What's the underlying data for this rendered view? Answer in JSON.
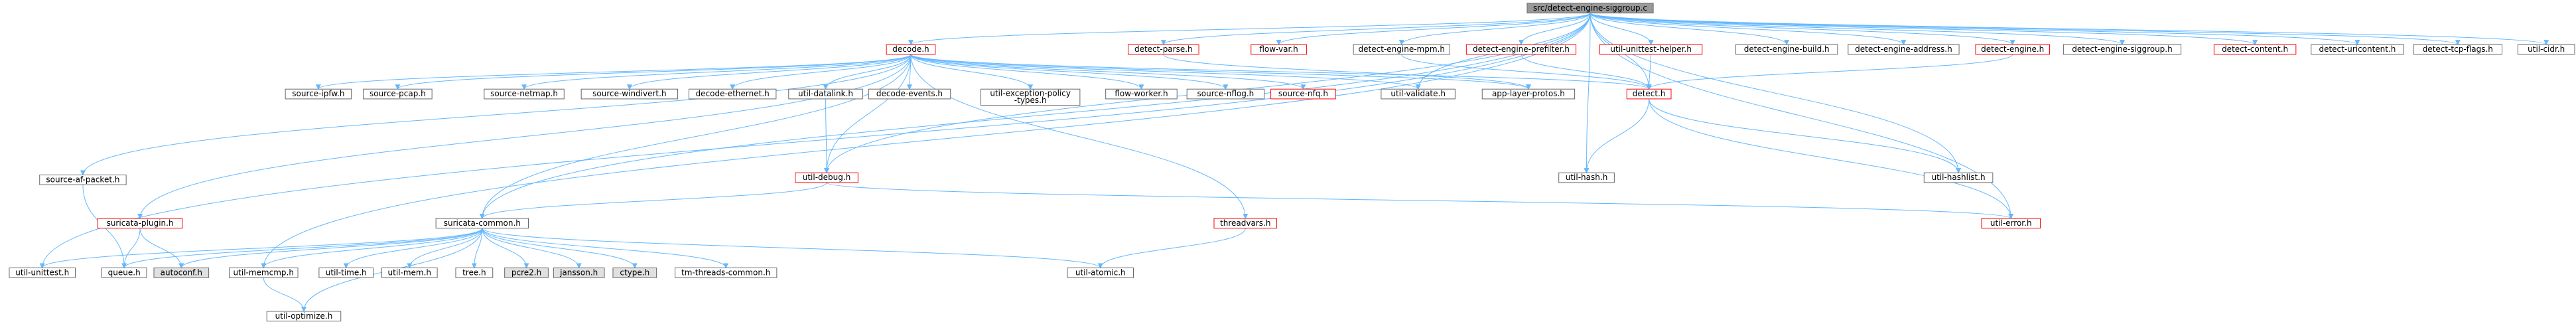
{
  "title": "src/detect-engine-siggroup.c",
  "colors": {
    "edge": "#63b8ff",
    "node_border_default": "#666666",
    "node_border_red": "#ff0000",
    "node_fill_default": "#ffffff",
    "node_fill_root": "#999999",
    "node_fill_gray": "#e0e0e0",
    "text": "#000000"
  },
  "nodes": {
    "root": {
      "label": "src/detect-engine-siggroup.c",
      "style": "root"
    },
    "decode_h": {
      "label": "decode.h",
      "style": "red"
    },
    "detect_parse_h": {
      "label": "detect-parse.h",
      "style": "red"
    },
    "flow_var_h": {
      "label": "flow-var.h",
      "style": "red"
    },
    "detect_engine_mpm_h": {
      "label": "detect-engine-mpm.h",
      "style": "default"
    },
    "detect_engine_prefilter_h": {
      "label": "detect-engine-prefilter.h",
      "style": "red"
    },
    "util_unittest_helper_h": {
      "label": "util-unittest-helper.h",
      "style": "red"
    },
    "detect_engine_build_h": {
      "label": "detect-engine-build.h",
      "style": "default"
    },
    "detect_engine_address_h": {
      "label": "detect-engine-address.h",
      "style": "default"
    },
    "detect_engine_h": {
      "label": "detect-engine.h",
      "style": "red"
    },
    "detect_engine_siggroup_h": {
      "label": "detect-engine-siggroup.h",
      "style": "default"
    },
    "detect_content_h": {
      "label": "detect-content.h",
      "style": "red"
    },
    "detect_uricontent_h": {
      "label": "detect-uricontent.h",
      "style": "default"
    },
    "detect_tcp_flags_h": {
      "label": "detect-tcp-flags.h",
      "style": "default"
    },
    "util_cidr_h": {
      "label": "util-cidr.h",
      "style": "default"
    },
    "source_ipfw_h": {
      "label": "source-ipfw.h",
      "style": "default"
    },
    "source_pcap_h": {
      "label": "source-pcap.h",
      "style": "default"
    },
    "source_netmap_h": {
      "label": "source-netmap.h",
      "style": "default"
    },
    "source_windivert_h": {
      "label": "source-windivert.h",
      "style": "default"
    },
    "decode_ethernet_h": {
      "label": "decode-ethernet.h",
      "style": "default"
    },
    "util_datalink_h": {
      "label": "util-datalink.h",
      "style": "default"
    },
    "decode_events_h": {
      "label": "decode-events.h",
      "style": "default"
    },
    "util_exception_policy_types_h": {
      "label": [
        "util-exception-policy",
        "-types.h"
      ],
      "style": "default"
    },
    "flow_worker_h": {
      "label": "flow-worker.h",
      "style": "default"
    },
    "source_nflog_h": {
      "label": "source-nflog.h",
      "style": "default"
    },
    "source_nfq_h": {
      "label": "source-nfq.h",
      "style": "red"
    },
    "util_validate_h": {
      "label": "util-validate.h",
      "style": "default"
    },
    "app_layer_protos_h": {
      "label": "app-layer-protos.h",
      "style": "default"
    },
    "detect_h": {
      "label": "detect.h",
      "style": "red"
    },
    "source_af_packet_h": {
      "label": "source-af-packet.h",
      "style": "default"
    },
    "util_debug_h": {
      "label": "util-debug.h",
      "style": "red"
    },
    "util_hash_h": {
      "label": "util-hash.h",
      "style": "default"
    },
    "util_hashlist_h": {
      "label": "util-hashlist.h",
      "style": "default"
    },
    "suricata_plugin_h": {
      "label": "suricata-plugin.h",
      "style": "red"
    },
    "suricata_common_h": {
      "label": "suricata-common.h",
      "style": "default"
    },
    "threadvars_h": {
      "label": "threadvars.h",
      "style": "red"
    },
    "util_error_h": {
      "label": "util-error.h",
      "style": "red"
    },
    "util_unittest_h": {
      "label": "util-unittest.h",
      "style": "default"
    },
    "queue_h": {
      "label": "queue.h",
      "style": "default"
    },
    "autoconf_h": {
      "label": "autoconf.h",
      "style": "gray"
    },
    "util_memcmp_h": {
      "label": "util-memcmp.h",
      "style": "default"
    },
    "util_time_h": {
      "label": "util-time.h",
      "style": "default"
    },
    "util_mem_h": {
      "label": "util-mem.h",
      "style": "default"
    },
    "tree_h": {
      "label": "tree.h",
      "style": "default"
    },
    "pcre2_h": {
      "label": "pcre2.h",
      "style": "gray"
    },
    "jansson_h": {
      "label": "jansson.h",
      "style": "gray"
    },
    "ctype_h": {
      "label": "ctype.h",
      "style": "gray"
    },
    "tm_threads_common_h": {
      "label": "tm-threads-common.h",
      "style": "default"
    },
    "util_atomic_h": {
      "label": "util-atomic.h",
      "style": "default"
    },
    "util_optimize_h": {
      "label": "util-optimize.h",
      "style": "default"
    }
  },
  "edges": [
    [
      "root",
      "decode_h"
    ],
    [
      "root",
      "detect_parse_h"
    ],
    [
      "root",
      "flow_var_h"
    ],
    [
      "root",
      "detect_engine_mpm_h"
    ],
    [
      "root",
      "detect_engine_prefilter_h"
    ],
    [
      "root",
      "util_unittest_helper_h"
    ],
    [
      "root",
      "detect_engine_build_h"
    ],
    [
      "root",
      "detect_engine_address_h"
    ],
    [
      "root",
      "detect_engine_h"
    ],
    [
      "root",
      "detect_engine_siggroup_h"
    ],
    [
      "root",
      "detect_content_h"
    ],
    [
      "root",
      "detect_uricontent_h"
    ],
    [
      "root",
      "detect_tcp_flags_h"
    ],
    [
      "root",
      "util_cidr_h"
    ],
    [
      "root",
      "suricata_common_h"
    ],
    [
      "root",
      "util_debug_h"
    ],
    [
      "root",
      "util_unittest_h"
    ],
    [
      "root",
      "util_memcmp_h"
    ],
    [
      "root",
      "util_hashlist_h"
    ],
    [
      "root",
      "util_error_h"
    ],
    [
      "root",
      "detect_h"
    ],
    [
      "root",
      "util_hash_h"
    ],
    [
      "root",
      "util_validate_h"
    ],
    [
      "decode_h",
      "source_ipfw_h"
    ],
    [
      "decode_h",
      "source_pcap_h"
    ],
    [
      "decode_h",
      "source_netmap_h"
    ],
    [
      "decode_h",
      "source_windivert_h"
    ],
    [
      "decode_h",
      "decode_ethernet_h"
    ],
    [
      "decode_h",
      "util_datalink_h"
    ],
    [
      "decode_h",
      "decode_events_h"
    ],
    [
      "decode_h",
      "util_exception_policy_types_h"
    ],
    [
      "decode_h",
      "flow_worker_h"
    ],
    [
      "decode_h",
      "source_nflog_h"
    ],
    [
      "decode_h",
      "source_nfq_h"
    ],
    [
      "decode_h",
      "util_validate_h"
    ],
    [
      "decode_h",
      "app_layer_protos_h"
    ],
    [
      "decode_h",
      "detect_h"
    ],
    [
      "decode_h",
      "source_af_packet_h"
    ],
    [
      "decode_h",
      "util_debug_h"
    ],
    [
      "decode_h",
      "suricata_plugin_h"
    ],
    [
      "decode_h",
      "suricata_common_h"
    ],
    [
      "decode_h",
      "threadvars_h"
    ],
    [
      "detect_parse_h",
      "app_layer_protos_h"
    ],
    [
      "detect_engine_mpm_h",
      "detect_h"
    ],
    [
      "detect_engine_prefilter_h",
      "detect_h"
    ],
    [
      "util_unittest_helper_h",
      "detect_h"
    ],
    [
      "detect_engine_h",
      "detect_h"
    ],
    [
      "detect_h",
      "util_hash_h"
    ],
    [
      "detect_h",
      "util_hashlist_h"
    ],
    [
      "detect_h",
      "util_error_h"
    ],
    [
      "util_datalink_h",
      "util_debug_h"
    ],
    [
      "util_debug_h",
      "suricata_common_h"
    ],
    [
      "util_debug_h",
      "util_error_h"
    ],
    [
      "source_af_packet_h",
      "queue_h"
    ],
    [
      "suricata_plugin_h",
      "queue_h"
    ],
    [
      "suricata_plugin_h",
      "autoconf_h"
    ],
    [
      "suricata_common_h",
      "util_unittest_h"
    ],
    [
      "suricata_common_h",
      "queue_h"
    ],
    [
      "suricata_common_h",
      "autoconf_h"
    ],
    [
      "suricata_common_h",
      "util_memcmp_h"
    ],
    [
      "suricata_common_h",
      "util_time_h"
    ],
    [
      "suricata_common_h",
      "util_mem_h"
    ],
    [
      "suricata_common_h",
      "tree_h"
    ],
    [
      "suricata_common_h",
      "pcre2_h"
    ],
    [
      "suricata_common_h",
      "jansson_h"
    ],
    [
      "suricata_common_h",
      "ctype_h"
    ],
    [
      "suricata_common_h",
      "tm_threads_common_h"
    ],
    [
      "suricata_common_h",
      "util_atomic_h"
    ],
    [
      "suricata_common_h",
      "util_optimize_h"
    ],
    [
      "threadvars_h",
      "util_atomic_h"
    ],
    [
      "util_memcmp_h",
      "util_optimize_h"
    ]
  ]
}
